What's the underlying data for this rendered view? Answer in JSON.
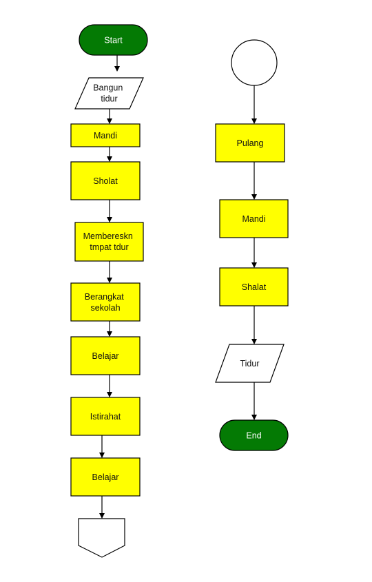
{
  "flowchart": {
    "left_column": {
      "start": "Start",
      "input": [
        "Bangun",
        "tidur"
      ],
      "steps": [
        [
          "Mandi"
        ],
        [
          "Sholat"
        ],
        [
          "Membereskn",
          "tmpat tdur"
        ],
        [
          "Berangkat",
          "sekolah"
        ],
        [
          "Belajar"
        ],
        [
          "Istirahat"
        ],
        [
          "Belajar"
        ]
      ]
    },
    "right_column": {
      "steps": [
        [
          "Pulang"
        ],
        [
          "Mandi"
        ],
        [
          "Shalat"
        ]
      ],
      "output": [
        "Tidur"
      ],
      "end": "End"
    }
  },
  "colors": {
    "terminal_fill": "#047a04",
    "process_fill": "#ffff00",
    "io_fill": "#ffffff",
    "stroke": "#000000"
  }
}
